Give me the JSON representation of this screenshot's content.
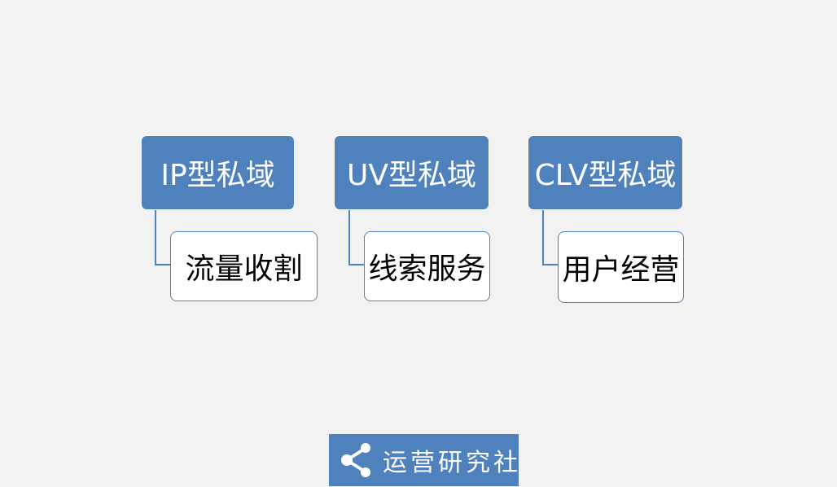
{
  "diagram": {
    "columns": [
      {
        "head": "IP型私域",
        "child": "流量收割"
      },
      {
        "head": "UV型私域",
        "child": "线索服务"
      },
      {
        "head": "CLV型私域",
        "child": "用户经营"
      }
    ]
  },
  "brand": {
    "name": "运营研究社",
    "icon": "share-icon"
  },
  "colors": {
    "background": "#f2f2f2",
    "accent": "#4f81bd",
    "box_fill": "#ffffff"
  }
}
